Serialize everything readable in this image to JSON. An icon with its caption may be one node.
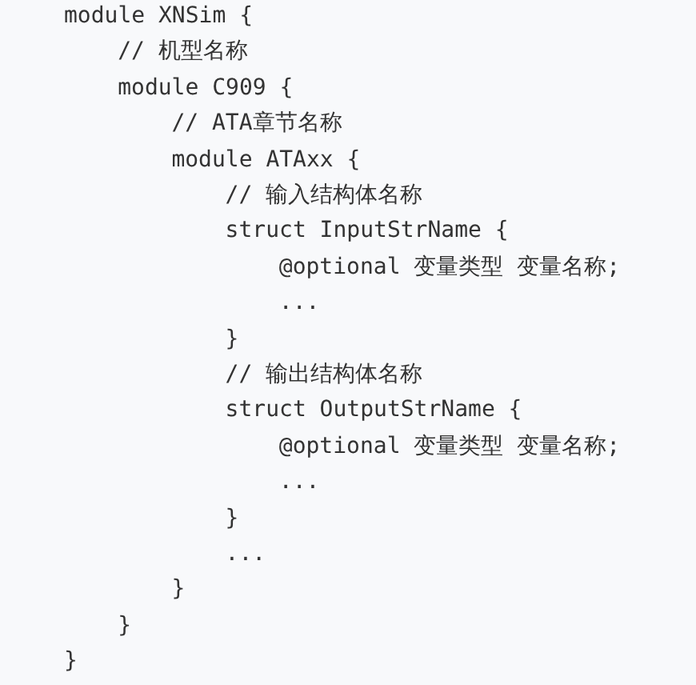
{
  "diagram": {
    "labels": [
      "module XNSim {",
      "// 机型名称",
      "module C909 {",
      "// ATA章节名称",
      "module ATAxx {",
      "// 输入结构体名称",
      "struct InputStrName {",
      "@optional 变量类型 变量名称;",
      "...",
      "}",
      "// 输出结构体名称",
      "struct OutputStrName {",
      "@optional 变量类型 变量名称;",
      "...",
      "}",
      "...",
      "}",
      "}",
      "}"
    ]
  }
}
